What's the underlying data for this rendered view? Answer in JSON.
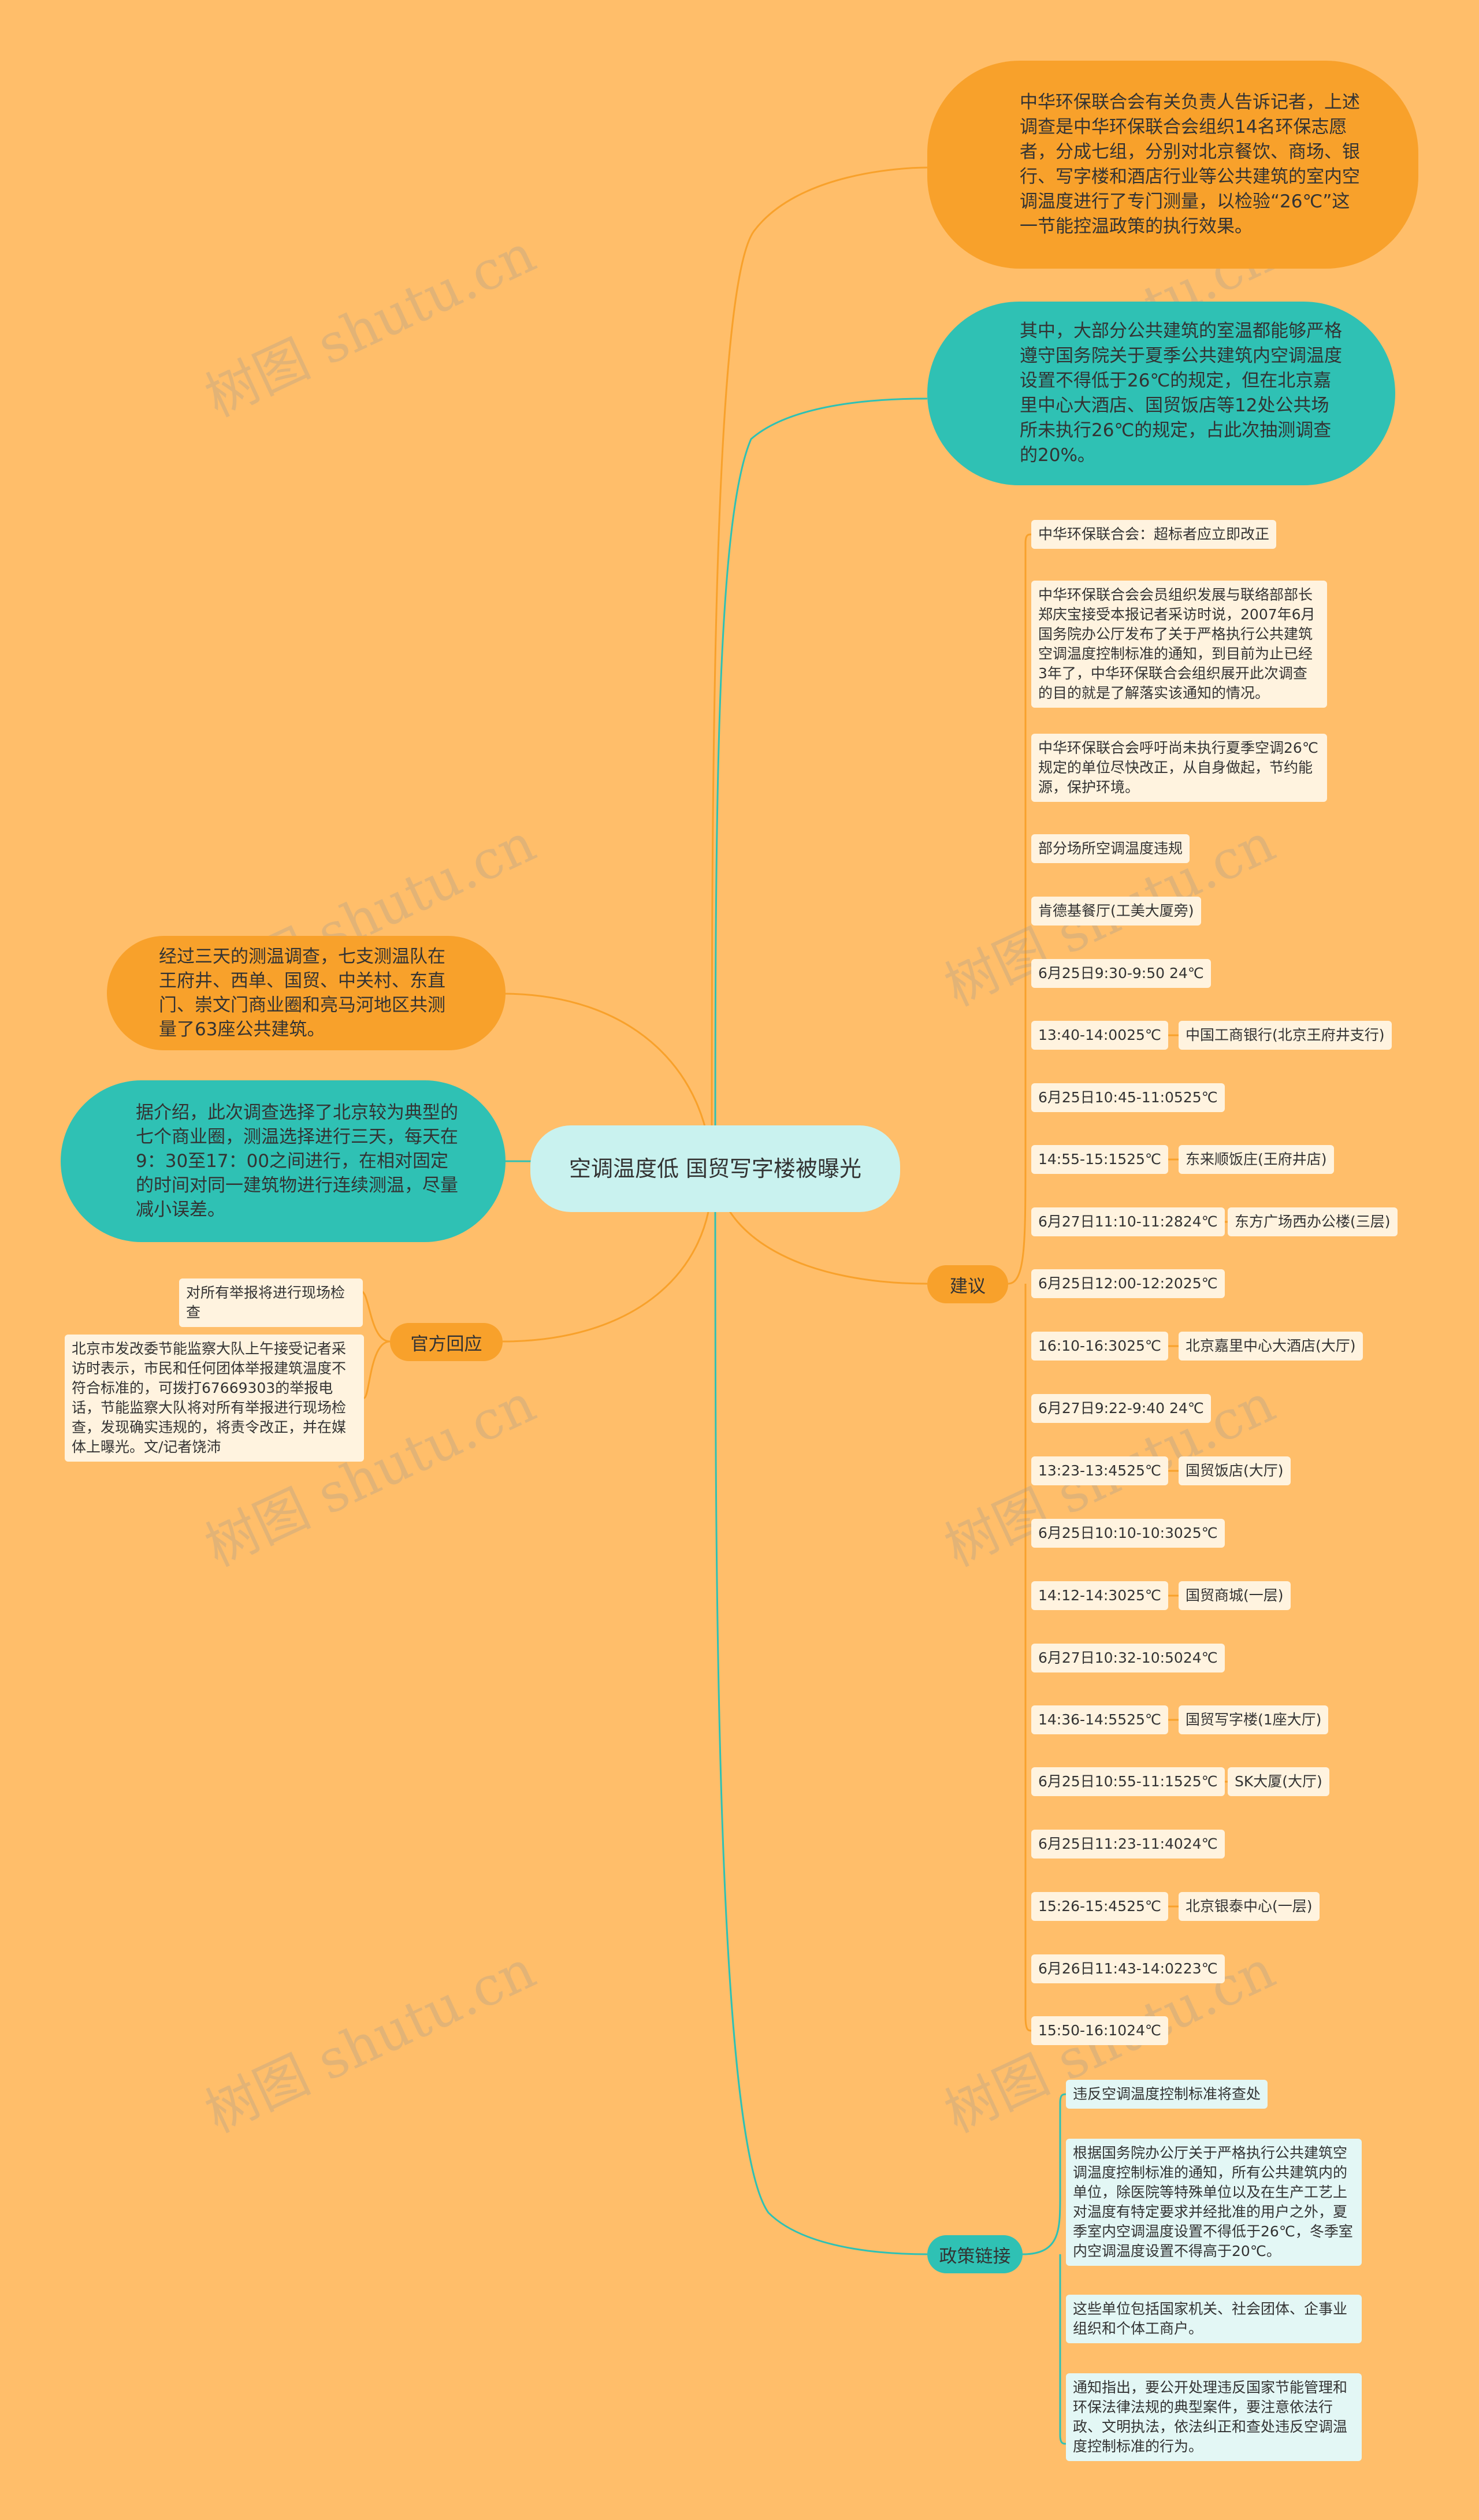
{
  "watermark": "树图 shutu.cn",
  "center": {
    "title": "空调温度低 国贸写字楼被曝光"
  },
  "right_top": {
    "orange": "中华环保联合会有关负责人告诉记者，上述调查是中华环保联合会组织14名环保志愿者，分成七组，分别对北京餐饮、商场、银行、写字楼和酒店行业等公共建筑的室内空调温度进行了专门测量，以检验“26℃”这一节能控温政策的执行效果。",
    "teal": "其中，大部分公共建筑的室温都能够严格遵守国务院关于夏季公共建筑内空调温度设置不得低于26℃的规定，但在北京嘉里中心大酒店、国贸饭店等12处公共场所未执行26℃的规定，占此次抽测调查的20%。"
  },
  "left": {
    "orange": "经过三天的测温调查，七支测温队在王府井、西单、国贸、中关村、东直门、崇文门商业圈和亮马河地区共测量了63座公共建筑。",
    "teal": "据介绍，此次调查选择了北京较为典型的七个商业圈，测温选择进行三天，每天在9：30至17：00之间进行，在相对固定的时间对同一建筑物进行连续测温，尽量减小误差。",
    "official": {
      "label": "官方回应",
      "items": [
        "对所有举报将进行现场检查",
        "北京市发改委节能监察大队上午接受记者采访时表示，市民和任何团体举报建筑温度不符合标准的，可拨打67669303的举报电话，节能监察大队将对所有举报进行现场检查，发现确实违规的，将责令改正，并在媒体上曝光。文/记者饶沛"
      ]
    }
  },
  "suggestion": {
    "label": "建议",
    "notes": [
      "中华环保联合会：超标者应立即改正",
      "中华环保联合会会员组织发展与联络部部长郑庆宝接受本报记者采访时说，2007年6月国务院办公厅发布了关于严格执行公共建筑空调温度控制标准的通知，到目前为止已经3年了，中华环保联合会组织展开此次调查的目的就是了解落实该通知的情况。",
      "中华环保联合会呼吁尚未执行夏季空调26℃规定的单位尽快改正，从自身做起，节约能源，保护环境。",
      "部分场所空调温度违规",
      "肯德基餐厅(工美大厦旁)"
    ],
    "readings": [
      {
        "t": "6月25日9:30-9:50 24℃",
        "place": ""
      },
      {
        "t": "13:40-14:0025℃",
        "place": "中国工商银行(北京王府井支行)"
      },
      {
        "t": "6月25日10:45-11:0525℃",
        "place": ""
      },
      {
        "t": "14:55-15:1525℃",
        "place": "东来顺饭庄(王府井店)"
      },
      {
        "t": "6月27日11:10-11:2824℃",
        "place": "东方广场西办公楼(三层)"
      },
      {
        "t": "6月25日12:00-12:2025℃",
        "place": ""
      },
      {
        "t": "16:10-16:3025℃",
        "place": "北京嘉里中心大酒店(大厅)"
      },
      {
        "t": "6月27日9:22-9:40 24℃",
        "place": ""
      },
      {
        "t": "13:23-13:4525℃",
        "place": "国贸饭店(大厅)"
      },
      {
        "t": "6月25日10:10-10:3025℃",
        "place": ""
      },
      {
        "t": "14:12-14:3025℃",
        "place": "国贸商城(一层)"
      },
      {
        "t": "6月27日10:32-10:5024℃",
        "place": ""
      },
      {
        "t": "14:36-14:5525℃",
        "place": "国贸写字楼(1座大厅)"
      },
      {
        "t": "6月25日10:55-11:1525℃",
        "place": "SK大厦(大厅)"
      },
      {
        "t": "6月25日11:23-11:4024℃",
        "place": ""
      },
      {
        "t": "15:26-15:4525℃",
        "place": "北京银泰中心(一层)"
      },
      {
        "t": "6月26日11:43-14:0223℃",
        "place": ""
      },
      {
        "t": "15:50-16:1024℃",
        "place": ""
      }
    ]
  },
  "policy": {
    "label": "政策链接",
    "items": [
      "违反空调温度控制标准将查处",
      "根据国务院办公厅关于严格执行公共建筑空调温度控制标准的通知，所有公共建筑内的单位，除医院等特殊单位以及在生产工艺上对温度有特定要求并经批准的用户之外，夏季室内空调温度设置不得低于26℃，冬季室内空调温度设置不得高于20℃。",
      "这些单位包括国家机关、社会团体、企事业组织和个体工商户。",
      "通知指出，要公开处理违反国家节能管理和环保法律法规的典型案件，要注意依法行政、文明执法，依法纠正和查处违反空调温度控制标准的行为。"
    ]
  },
  "colors": {
    "background": "#FFBE6A",
    "orange": "#F8A12B",
    "teal": "#2FC1B4",
    "center": "#C9F2EF"
  }
}
